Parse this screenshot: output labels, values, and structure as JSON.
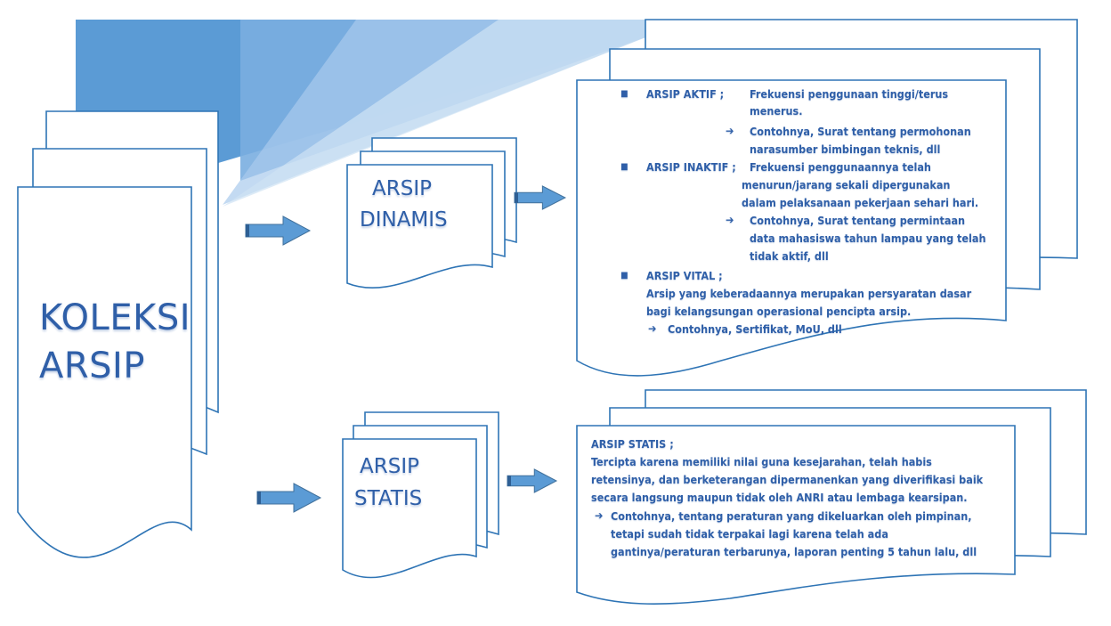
{
  "koleksi": {
    "line1": "KOLEKSI",
    "line2": "ARSIP"
  },
  "dinamis": {
    "line1": "ARSIP",
    "line2": "DINAMIS"
  },
  "statis": {
    "line1": "ARSIP",
    "line2": "STATIS"
  },
  "box_dinamis": {
    "aktif_title": "ARSIP AKTIF ;",
    "aktif_desc_1": "Frekuensi penggunaan tinggi/terus",
    "aktif_desc_2": "menerus.",
    "aktif_ex_1": "Contohnya, Surat tentang permohonan",
    "aktif_ex_2": "narasumber bimbingan teknis, dll",
    "inaktif_title": "ARSIP INAKTIF ;",
    "inaktif_desc_1": "Frekuensi penggunaannya telah",
    "inaktif_desc_2": "menurun/jarang sekali dipergunakan",
    "inaktif_desc_3": "dalam pelaksanaan pekerjaan sehari hari.",
    "inaktif_ex_1": "Contohnya, Surat tentang permintaan",
    "inaktif_ex_2": "data mahasiswa tahun lampau yang telah",
    "inaktif_ex_3": "tidak aktif, dll",
    "vital_title": "ARSIP VITAL ;",
    "vital_desc_1": "Arsip yang keberadaannya merupakan persyaratan dasar",
    "vital_desc_2": "bagi kelangsungan operasional pencipta arsip.",
    "vital_ex": "Contohnya, Sertifikat, MoU, dll"
  },
  "box_statis": {
    "title": "ARSIP STATIS ;",
    "desc_1": "Tercipta karena memiliki nilai guna kesejarahan, telah habis",
    "desc_2": "retensinya, dan berketerangan dipermanenkan yang diverifikasi baik",
    "desc_3": "secara langsung maupun tidak oleh ANRI atau lembaga kearsipan.",
    "ex_1": "Contohnya, tentang peraturan yang dikeluarkan oleh pimpinan,",
    "ex_2": "tetapi sudah tidak terpakai lagi karena telah ada",
    "ex_3": "gantinya/peraturan terbarunya, laporan penting 5 tahun lalu, dll"
  },
  "symbols": {
    "bullet": "■",
    "arrow": "➔"
  },
  "colors": {
    "accent": "#2e74b5",
    "arrow_fill": "#5b9bd5",
    "text": "#2f5fa8",
    "banner_dark": "#5b9bd5",
    "banner_light": "#bdd7ee"
  }
}
